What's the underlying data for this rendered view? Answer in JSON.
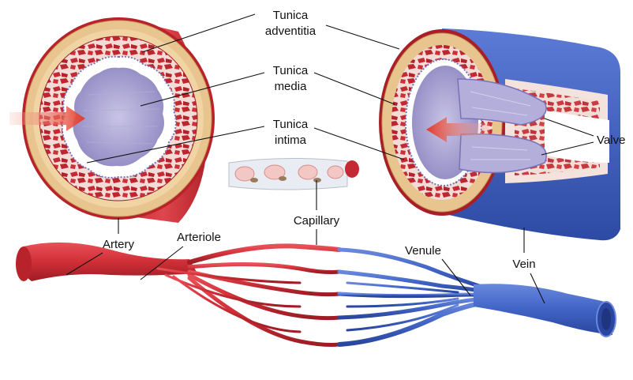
{
  "labels": {
    "tunica_adventitia": [
      "Tunica",
      "adventitia"
    ],
    "tunica_media": [
      "Tunica",
      "media"
    ],
    "tunica_intima": [
      "Tunica",
      "intima"
    ],
    "capillary": "Capillary",
    "valve": "Valve",
    "artery": "Artery",
    "arteriole": "Arteriole",
    "venule": "Venule",
    "vein": "Vein"
  },
  "colors": {
    "arterial_red": "#d9333a",
    "arterial_dark": "#a61e26",
    "venous_blue": "#3f63c7",
    "venous_dark": "#2a46a0",
    "adventitia_tan": "#e8c58f",
    "intima_lavender": "#9a93c9",
    "media_red": "#c42a34",
    "flow_arrow": "#e23b2b"
  }
}
